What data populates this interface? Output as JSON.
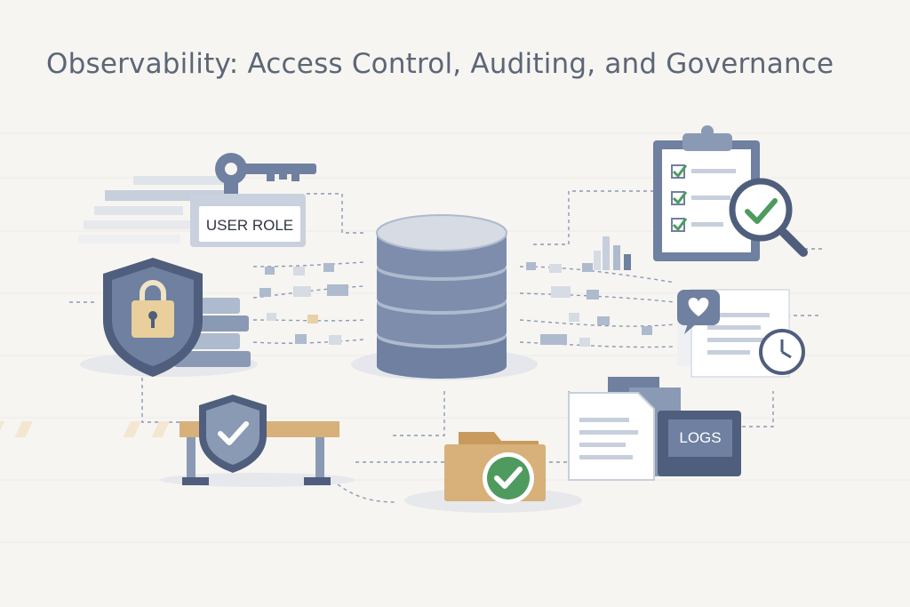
{
  "title": "Observability: Access Control, Auditing, and Governance",
  "badges": {
    "user_role": "USER ROLE",
    "logs": "LOGS"
  },
  "colors": {
    "background": "#f6f5f1",
    "slate": "#6f80a0",
    "slate_dark": "#4f5e7c",
    "slate_light": "#aebacd",
    "check_green": "#4f9a5f",
    "tan": "#d7b07a",
    "connector": "#8a9ab5"
  },
  "icons": [
    "key-icon",
    "shield-lock-icon",
    "database-icon",
    "clipboard-checklist-icon",
    "magnifier-check-icon",
    "chat-heart-icon",
    "clock-icon",
    "barrier-shield-icon",
    "folder-check-icon",
    "log-files-icon",
    "bar-chart-icon"
  ]
}
